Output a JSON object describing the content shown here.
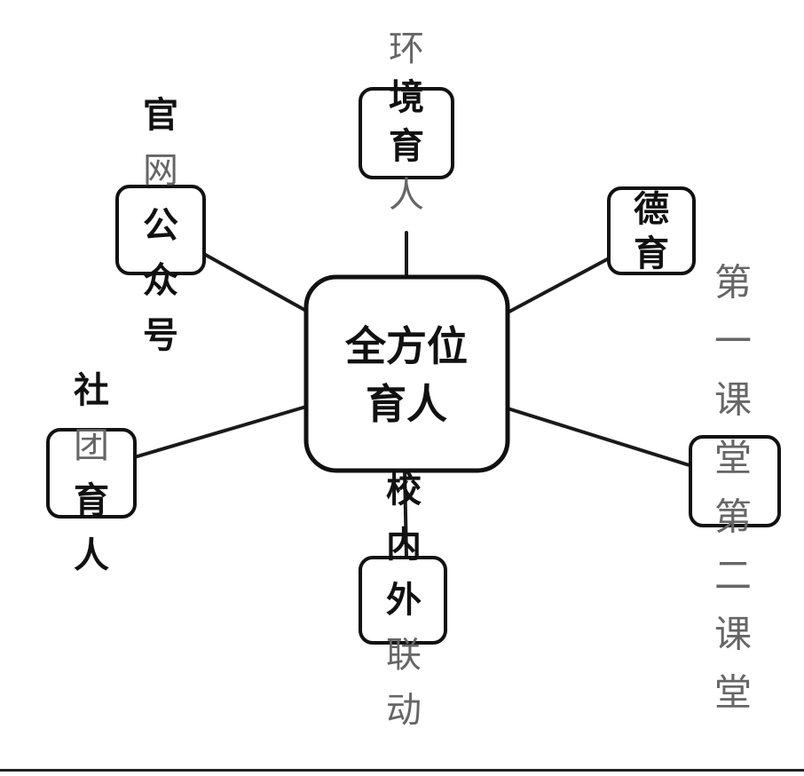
{
  "center": {
    "lines": [
      "全方位",
      "育人"
    ]
  },
  "nodes": [
    {
      "id": "environment",
      "text": "环境育人",
      "weight": "light",
      "bold_chars": [
        1,
        2
      ]
    },
    {
      "id": "moral",
      "text": "德育",
      "weight": "bold"
    },
    {
      "id": "classroom",
      "text": "第一课堂第二课堂",
      "weight": "light"
    },
    {
      "id": "linkage",
      "text": "校内外联动",
      "weight": "mixed",
      "bold_chars": [
        0,
        1,
        2
      ]
    },
    {
      "id": "club",
      "text": "社团育人",
      "weight": "mixed",
      "bold_chars": [
        0,
        2,
        3
      ]
    },
    {
      "id": "wechat",
      "text": "官网公众号",
      "weight": "mixed",
      "bold_chars": [
        0,
        2,
        3,
        4
      ]
    }
  ],
  "colors": {
    "line": "#1a1a1a",
    "bold_text": "#111111",
    "light_text": "#666666"
  }
}
